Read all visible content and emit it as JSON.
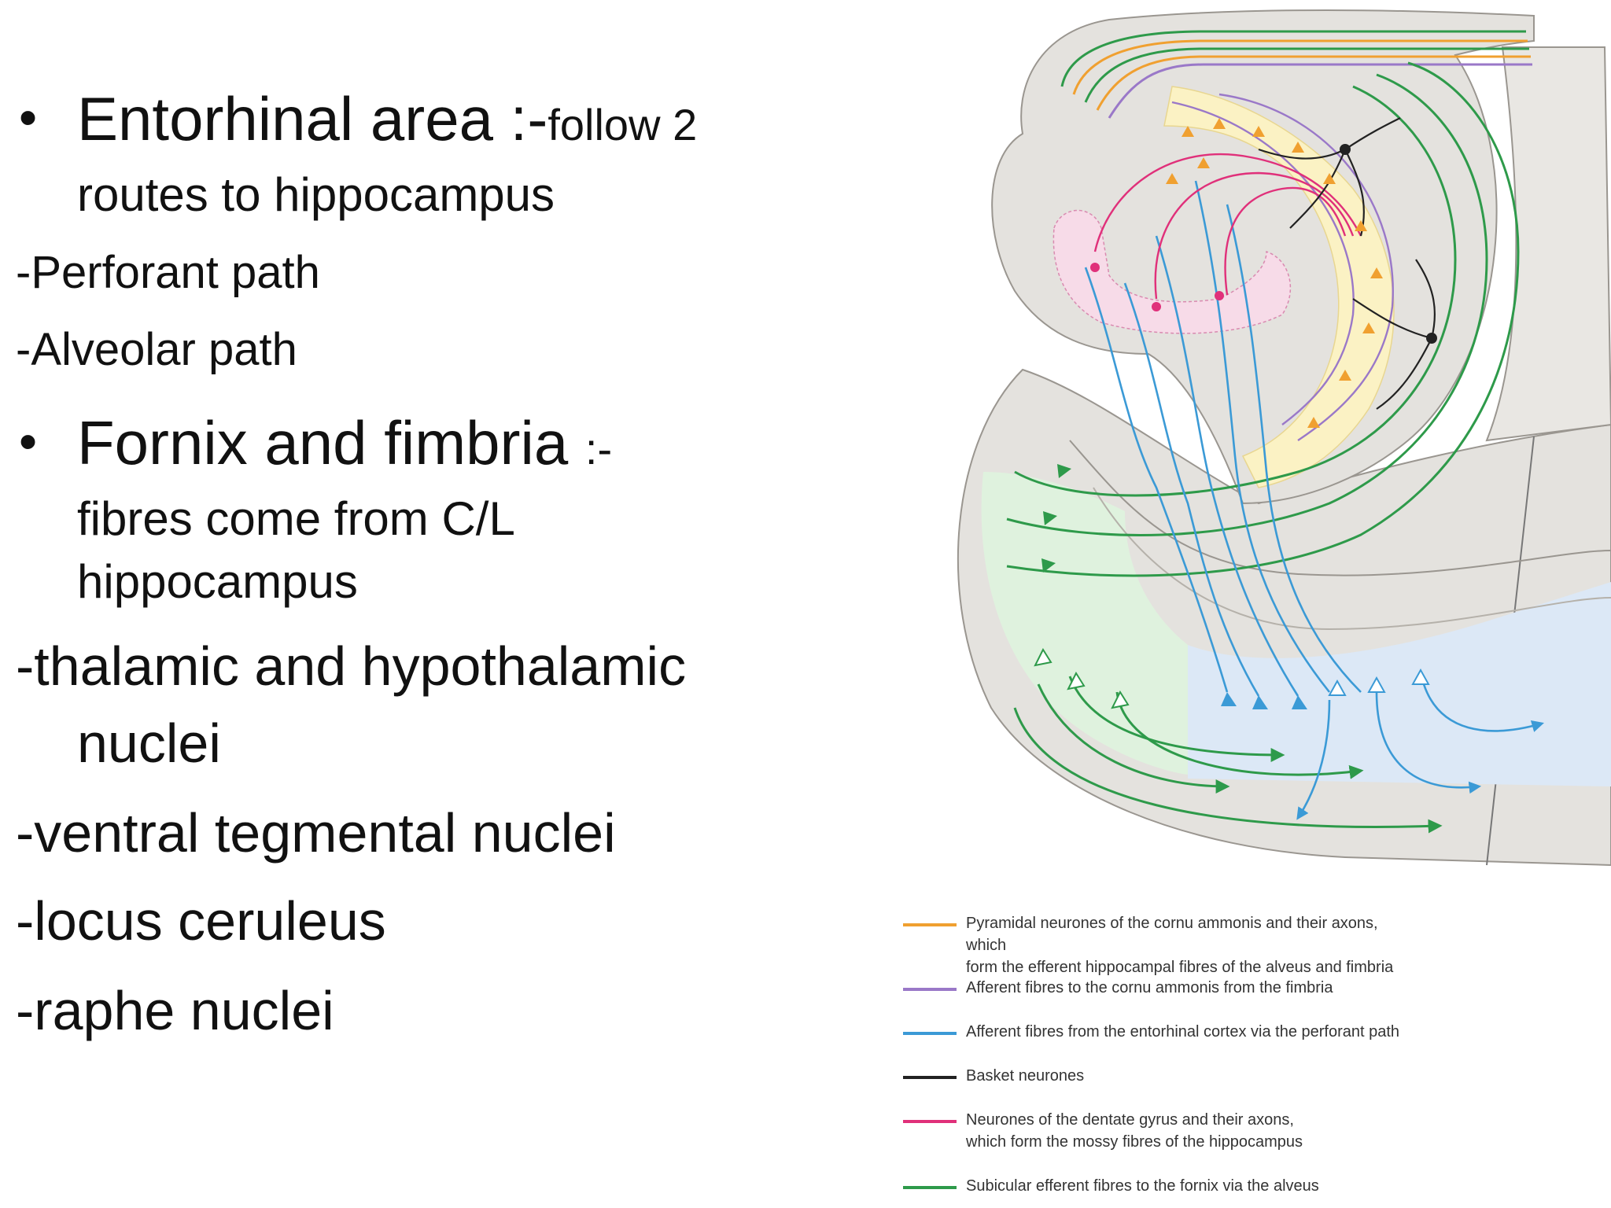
{
  "left_text": {
    "bullet1_title": "Entorhinal area :-",
    "bullet1_tail": "follow 2",
    "bullet1_line2": "routes to hippocampus",
    "sub1": "-Perforant path",
    "sub2": "-Alveolar path",
    "bullet2_title": "Fornix and fimbria ",
    "bullet2_tail": ":-",
    "bullet2_line2": "fibres come from C/L",
    "bullet2_line3": "hippocampus",
    "sub3a": "-thalamic and hypothalamic",
    "sub3b": "nuclei",
    "sub4": "-ventral tegmental nuclei",
    "sub5": "-locus ceruleus",
    "sub6": "-raphe nuclei",
    "bullet_symbol": "•"
  },
  "legend": [
    {
      "color": "#f0a030",
      "text": "Pyramidal neurones of the cornu ammonis and their axons, which\nform the efferent hippocampal fibres of the alveus and fimbria"
    },
    {
      "color": "#9a78c8",
      "text": "Afferent fibres to the cornu ammonis from the fimbria"
    },
    {
      "color": "#3b9ad6",
      "text": "Afferent fibres from the entorhinal cortex via the perforant path"
    },
    {
      "color": "#222222",
      "text": "Basket neurones"
    },
    {
      "color": "#e0307a",
      "text": "Neurones of the dentate gyrus and their axons,\nwhich form the mossy fibres of the hippocampus"
    },
    {
      "color": "#2e9a4a",
      "text": "Subicular efferent fibres to the fornix via the alveus"
    }
  ],
  "colors": {
    "tissue": "#e4e2de",
    "tissue_edge": "#9a9690",
    "cornu_fill": "#fbf2c4",
    "entorhinal_fill": "#dff2de",
    "subiculum_fill": "#dce8f6",
    "dentate_fill": "#f7dbe8",
    "orange": "#f0a030",
    "purple": "#9a78c8",
    "blue": "#3b9ad6",
    "black": "#222222",
    "pink": "#e0307a",
    "green": "#2e9a4a"
  }
}
